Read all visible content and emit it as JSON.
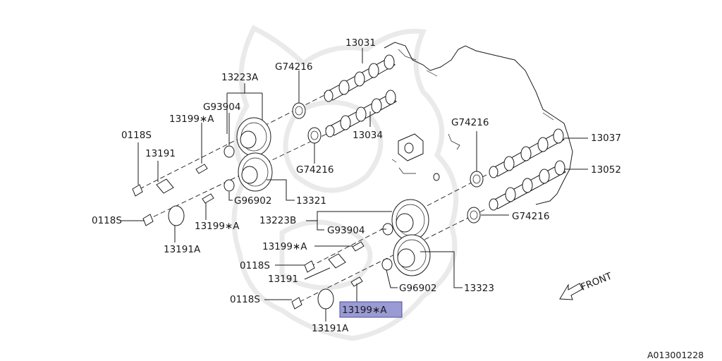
{
  "accent_color": "#9a9ad4",
  "labels": {
    "p13031": "13031",
    "p13034": "13034",
    "p13037": "13037",
    "p13052": "13052",
    "p13223A": "13223A",
    "p13223B": "13223B",
    "p13321": "13321",
    "p13323": "13323",
    "g93904_top": "G93904",
    "g93904_bottom": "G93904",
    "g96902_top": "G96902",
    "g96902_bottom": "G96902",
    "g74216_top": "G74216",
    "g74216_mid": "G74216",
    "g74216_right_top": "G74216",
    "g74216_right_bottom": "G74216",
    "p13199A_1": "13199∗A",
    "p13199A_2": "13199∗A",
    "p13199A_3": "13199∗A",
    "p13199A_4": "13199∗A",
    "p0118S_1": "0118S",
    "p0118S_2": "0118S",
    "p0118S_3": "0118S",
    "p0118S_4": "0118S",
    "p13191_1": "13191",
    "p13191_2": "13191",
    "p13191A_1": "13191A",
    "p13191A_2": "13191A",
    "front": "FRONT",
    "diagram_id": "A013001228"
  }
}
